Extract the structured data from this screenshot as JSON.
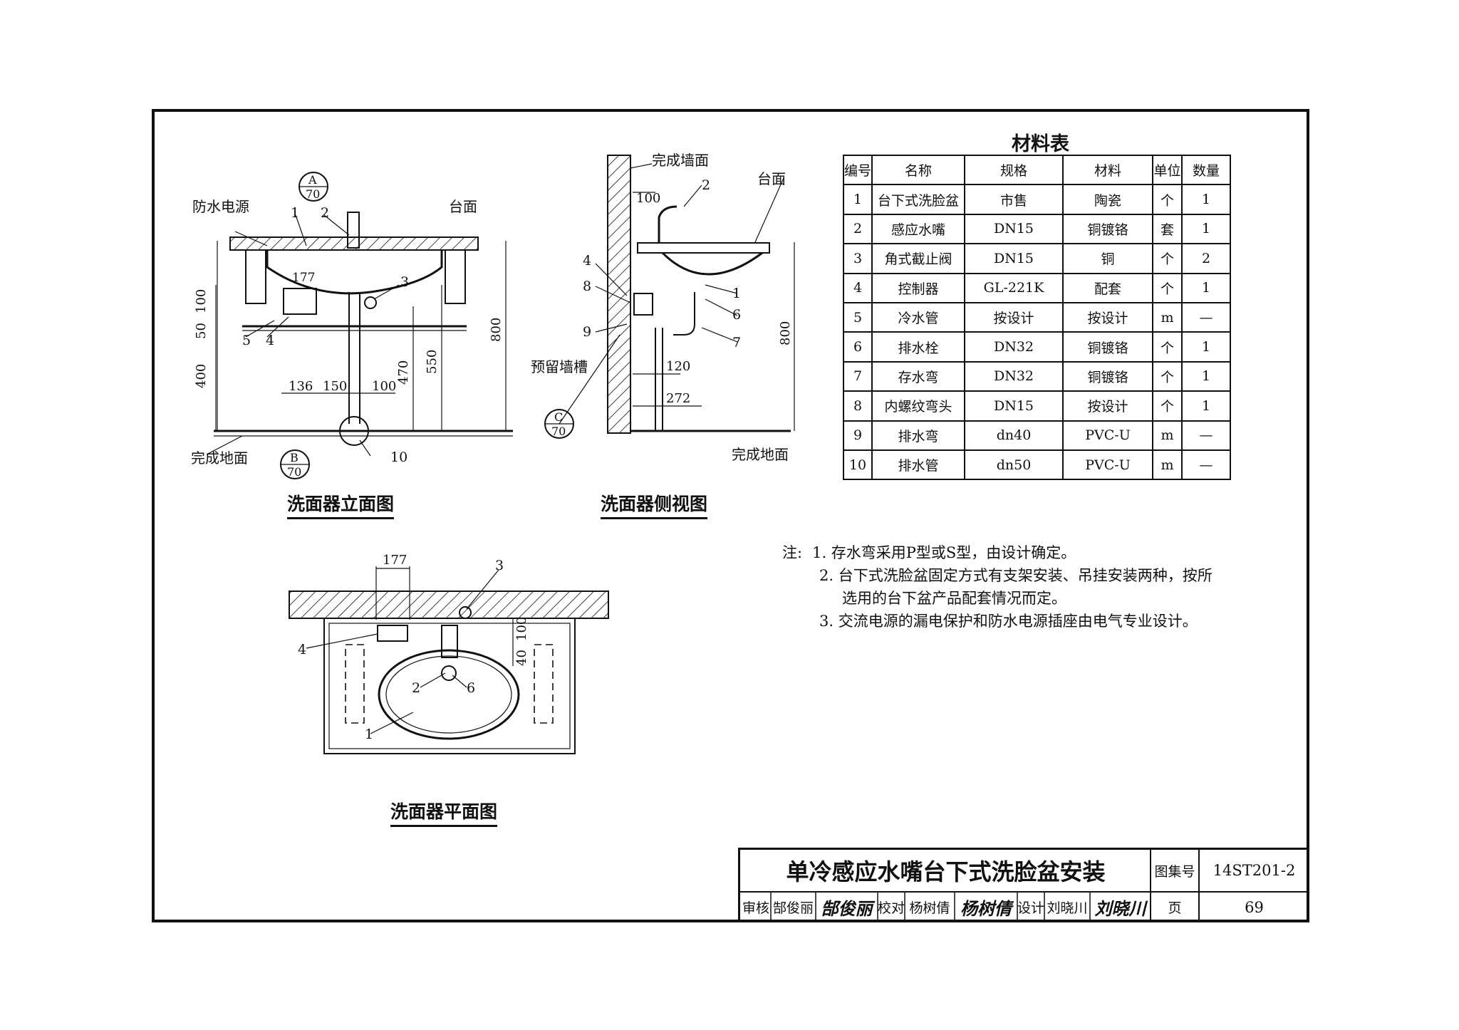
{
  "drawing": {
    "elevation_caption": "洗面器立面图",
    "side_caption": "洗面器侧视图",
    "plan_caption": "洗面器平面图",
    "labels": {
      "waterproof_power": "防水电源",
      "counter_top": "台面",
      "counter_top_side": "台面",
      "finished_floor": "完成地面",
      "finished_floor_side": "完成地面",
      "finished_wall": "完成墙面",
      "reserved_groove": "预留墙槽"
    },
    "section_marks": {
      "a_letter": "A",
      "a_page": "70",
      "b_letter": "B",
      "b_page": "70",
      "c_letter": "C",
      "c_page": "70"
    },
    "dims_elevation": {
      "d50": "50",
      "d100": "100",
      "d400": "400",
      "d177": "177",
      "d136": "136",
      "d150": "150",
      "d100b": "100",
      "d470": "470",
      "d550": "550",
      "d800": "800"
    },
    "dims_side": {
      "d100": "100",
      "d120": "120",
      "d272": "272",
      "d800": "800"
    },
    "dims_plan": {
      "d177": "177",
      "d40": "40",
      "d100": "100"
    },
    "callouts": [
      "1",
      "2",
      "3",
      "4",
      "5",
      "6",
      "7",
      "8",
      "9",
      "10"
    ]
  },
  "material_table": {
    "title": "材料表",
    "headers": [
      "编号",
      "名称",
      "规格",
      "材料",
      "单位",
      "数量"
    ],
    "rows": [
      [
        "1",
        "台下式洗脸盆",
        "市售",
        "陶瓷",
        "个",
        "1"
      ],
      [
        "2",
        "感应水嘴",
        "DN15",
        "铜镀铬",
        "套",
        "1"
      ],
      [
        "3",
        "角式截止阀",
        "DN15",
        "铜",
        "个",
        "2"
      ],
      [
        "4",
        "控制器",
        "GL-221K",
        "配套",
        "个",
        "1"
      ],
      [
        "5",
        "冷水管",
        "按设计",
        "按设计",
        "m",
        "—"
      ],
      [
        "6",
        "排水栓",
        "DN32",
        "铜镀铬",
        "个",
        "1"
      ],
      [
        "7",
        "存水弯",
        "DN32",
        "铜镀铬",
        "个",
        "1"
      ],
      [
        "8",
        "内螺纹弯头",
        "DN15",
        "按设计",
        "个",
        "1"
      ],
      [
        "9",
        "排水弯",
        "dn40",
        "PVC-U",
        "m",
        "—"
      ],
      [
        "10",
        "排水管",
        "dn50",
        "PVC-U",
        "m",
        "—"
      ]
    ]
  },
  "notes": {
    "prefix": "注:",
    "items": [
      "1. 存水弯采用P型或S型，由设计确定。",
      "2. 台下式洗脸盆固定方式有支架安装、吊挂安装两种，按所",
      "选用的台下盆产品配套情况而定。",
      "3. 交流电源的漏电保护和防水电源插座由电气专业设计。"
    ]
  },
  "title_block": {
    "title": "单冷感应水嘴台下式洗脸盆安装",
    "atlas_label": "图集号",
    "atlas_no": "14ST201-2",
    "review_label": "审核",
    "reviewer": "郜俊丽",
    "reviewer_sig": "郜俊丽",
    "check_label": "校对",
    "checker": "杨树倩",
    "checker_sig": "杨树倩",
    "design_label": "设计",
    "designer": "刘晓川",
    "designer_sig": "刘晓川",
    "page_label": "页",
    "page_no": "69"
  }
}
